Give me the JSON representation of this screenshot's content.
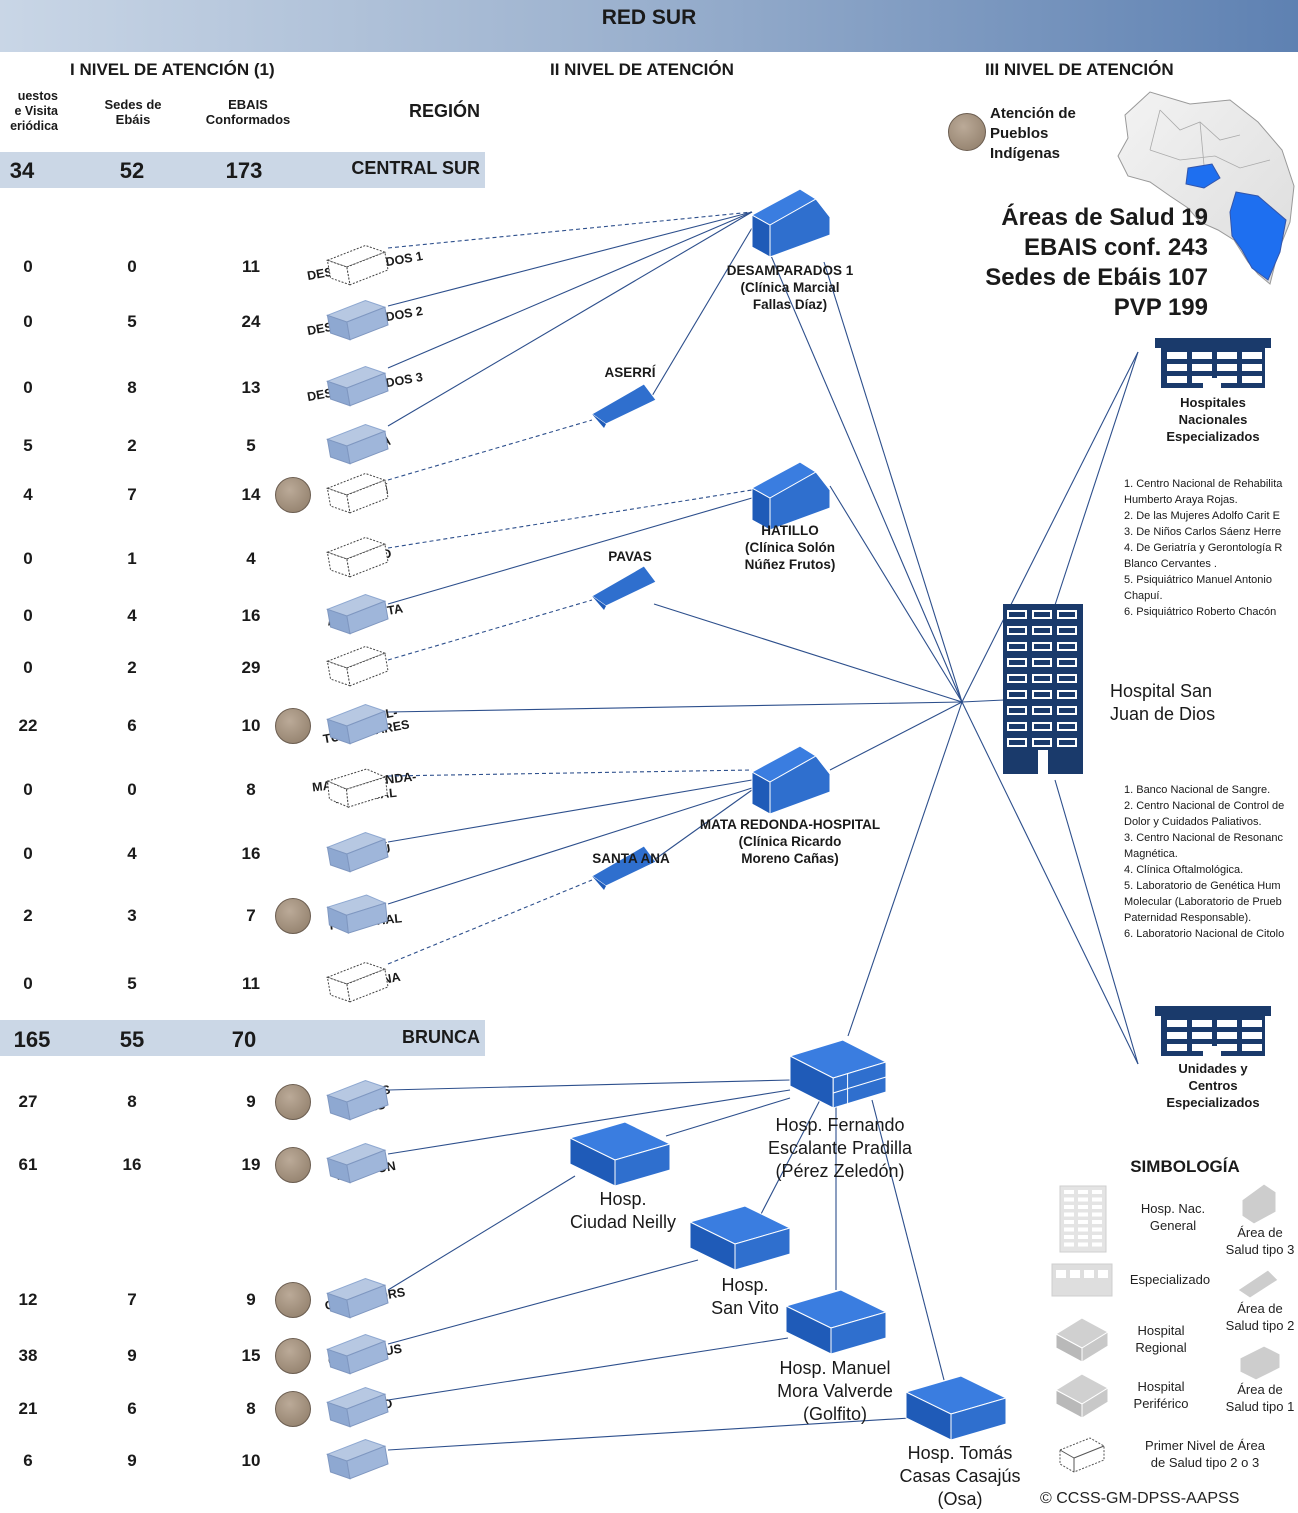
{
  "header": {
    "title": "RED SUR",
    "levels": [
      "I NIVEL DE ATENCIÓN (1)",
      "II NIVEL DE ATENCIÓN",
      "III NIVEL DE ATENCIÓN"
    ]
  },
  "columns": {
    "puestos": "uestos\ne Visita\neriódica",
    "sedes": "Sedes de\nEbáis",
    "ebais": "EBAIS\nConformados",
    "region": "REGIÓN"
  },
  "regions": {
    "central_sur": {
      "name": "CENTRAL SUR",
      "puestos": "34",
      "sedes": "52",
      "ebais": "173"
    },
    "brunca": {
      "name": "BRUNCA",
      "puestos": "165",
      "sedes": "55",
      "ebais": "70"
    }
  },
  "areas": [
    {
      "name": "DESAMPARADOS 1",
      "puestos": "0",
      "sedes": "0",
      "ebais": "11",
      "indigenous": false
    },
    {
      "name": "DESAMPARADOS 2",
      "puestos": "0",
      "sedes": "5",
      "ebais": "24",
      "indigenous": false
    },
    {
      "name": "DESAMPARADOS 3",
      "puestos": "0",
      "sedes": "8",
      "ebais": "13",
      "indigenous": false
    },
    {
      "name": "ACOSTA",
      "puestos": "5",
      "sedes": "2",
      "ebais": "5",
      "indigenous": false
    },
    {
      "name": "ASERRÍ",
      "puestos": "4",
      "sedes": "7",
      "ebais": "14",
      "indigenous": true
    },
    {
      "name": "HATILLO",
      "puestos": "0",
      "sedes": "1",
      "ebais": "4",
      "indigenous": false
    },
    {
      "name": "ALAJUELITA",
      "puestos": "0",
      "sedes": "4",
      "ebais": "16",
      "indigenous": false
    },
    {
      "name": "PAVAS",
      "puestos": "0",
      "sedes": "2",
      "ebais": "29",
      "indigenous": false
    },
    {
      "name": "PURISCAL-\nTURRUBARES",
      "puestos": "22",
      "sedes": "6",
      "ebais": "10",
      "indigenous": true
    },
    {
      "name": "MATA REDONDA-\nHOSPITAL",
      "puestos": "0",
      "sedes": "0",
      "ebais": "8",
      "indigenous": false
    },
    {
      "name": "ESCAZÚ",
      "puestos": "0",
      "sedes": "4",
      "ebais": "16",
      "indigenous": false
    },
    {
      "name": "MORA-\nPALMICHAL",
      "puestos": "2",
      "sedes": "3",
      "ebais": "7",
      "indigenous": true
    },
    {
      "name": "SANTA ANA",
      "puestos": "0",
      "sedes": "5",
      "ebais": "11",
      "indigenous": false
    },
    {
      "name": "BUENOS\nAIRES",
      "puestos": "27",
      "sedes": "8",
      "ebais": "9",
      "indigenous": true
    },
    {
      "name": "PÉREZ\nZELEDÓN",
      "puestos": "61",
      "sedes": "16",
      "ebais": "19",
      "indigenous": true
    },
    {
      "name": "CORREDORS",
      "puestos": "12",
      "sedes": "7",
      "ebais": "9",
      "indigenous": true
    },
    {
      "name": "COTO BRUS",
      "puestos": "38",
      "sedes": "9",
      "ebais": "15",
      "indigenous": true
    },
    {
      "name": "GOLFITO",
      "puestos": "21",
      "sedes": "6",
      "ebais": "8",
      "indigenous": true
    },
    {
      "name": "OSA",
      "puestos": "6",
      "sedes": "9",
      "ebais": "10",
      "indigenous": false
    }
  ],
  "second_level": {
    "desamparados": "DESAMPARADOS 1\n(Clínica Marcial\nFallas Díaz)",
    "aserri": "ASERRÍ",
    "hatillo": "HATILLO\n(Clínica Solón\nNúñez Frutos)",
    "pavas": "PAVAS",
    "mata_redonda": "MATA REDONDA-HOSPITAL\n(Clínica Ricardo\nMoreno Cañas)",
    "santa_ana": "SANTA ANA",
    "fernando": "Hosp. Fernando\nEscalante Pradilla\n(Pérez Zeledón)",
    "neilly": "Hosp.\nCiudad Neilly",
    "san_vito": "Hosp.\nSan Vito",
    "golfito": "Hosp. Manuel\nMora Valverde\n(Golfito)",
    "osa": "Hosp. Tomás\nCasas Casajús\n(Osa)"
  },
  "third_level": {
    "indigenous_legend": "Atención de\nPueblos\nIndígenas",
    "stats": [
      "Áreas de Salud 19",
      "EBAIS conf. 243",
      "Sedes de Ebáis 107",
      "PVP 199"
    ],
    "national_specialized": "Hospitales\nNacionales\nEspecializados",
    "national_list": [
      "1. Centro Nacional de Rehabilita",
      "Humberto Araya Rojas.",
      "2. De las Mujeres Adolfo Carit E",
      "3. De Niños Carlos Sáenz Herre",
      "4. De Geriatría y Gerontología R",
      "Blanco Cervantes .",
      "5. Psiquiátrico  Manuel Antonio",
      "Chapuí.",
      "6. Psiquiátrico Roberto Chacón"
    ],
    "hospital_san_juan": "Hospital San\nJuan de Dios",
    "units_list": [
      "1. Banco Nacional de Sangre.",
      "2. Centro Nacional de Control de",
      "Dolor y Cuidados Paliativos.",
      "3. Centro Nacional de Resonanc",
      "Magnética.",
      "4. Clínica Oftalmológica.",
      "5. Laboratorio de Genética Hum",
      "Molecular (Laboratorio de Prueb",
      "Paternidad Responsable).",
      "6. Laboratorio Nacional de Citolo"
    ],
    "units_specialized": "Unidades y\nCentros\nEspecializados"
  },
  "legend": {
    "title": "SIMBOLOGÍA",
    "hosp_nac": "Hosp. Nac.\nGeneral",
    "especializado": "Especializado",
    "regional": "Hospital\nRegional",
    "periferico": "Hospital\nPeriférico",
    "area3": "Área de\nSalud tipo 3",
    "area2": "Área de\nSalud tipo 2",
    "area1": "Área de\nSalud tipo 1",
    "primer_nivel": "Primer Nivel de Área\nde Salud tipo 2 o 3"
  },
  "copyright": "© CCSS-GM-DPSS-AAPSS",
  "colors": {
    "primary_blue": "#2f6fce",
    "area_blue": "#8ea8d1",
    "band": "#cbd7e6",
    "line": "#2d4f8c",
    "dark_navy": "#1a3a6b"
  }
}
